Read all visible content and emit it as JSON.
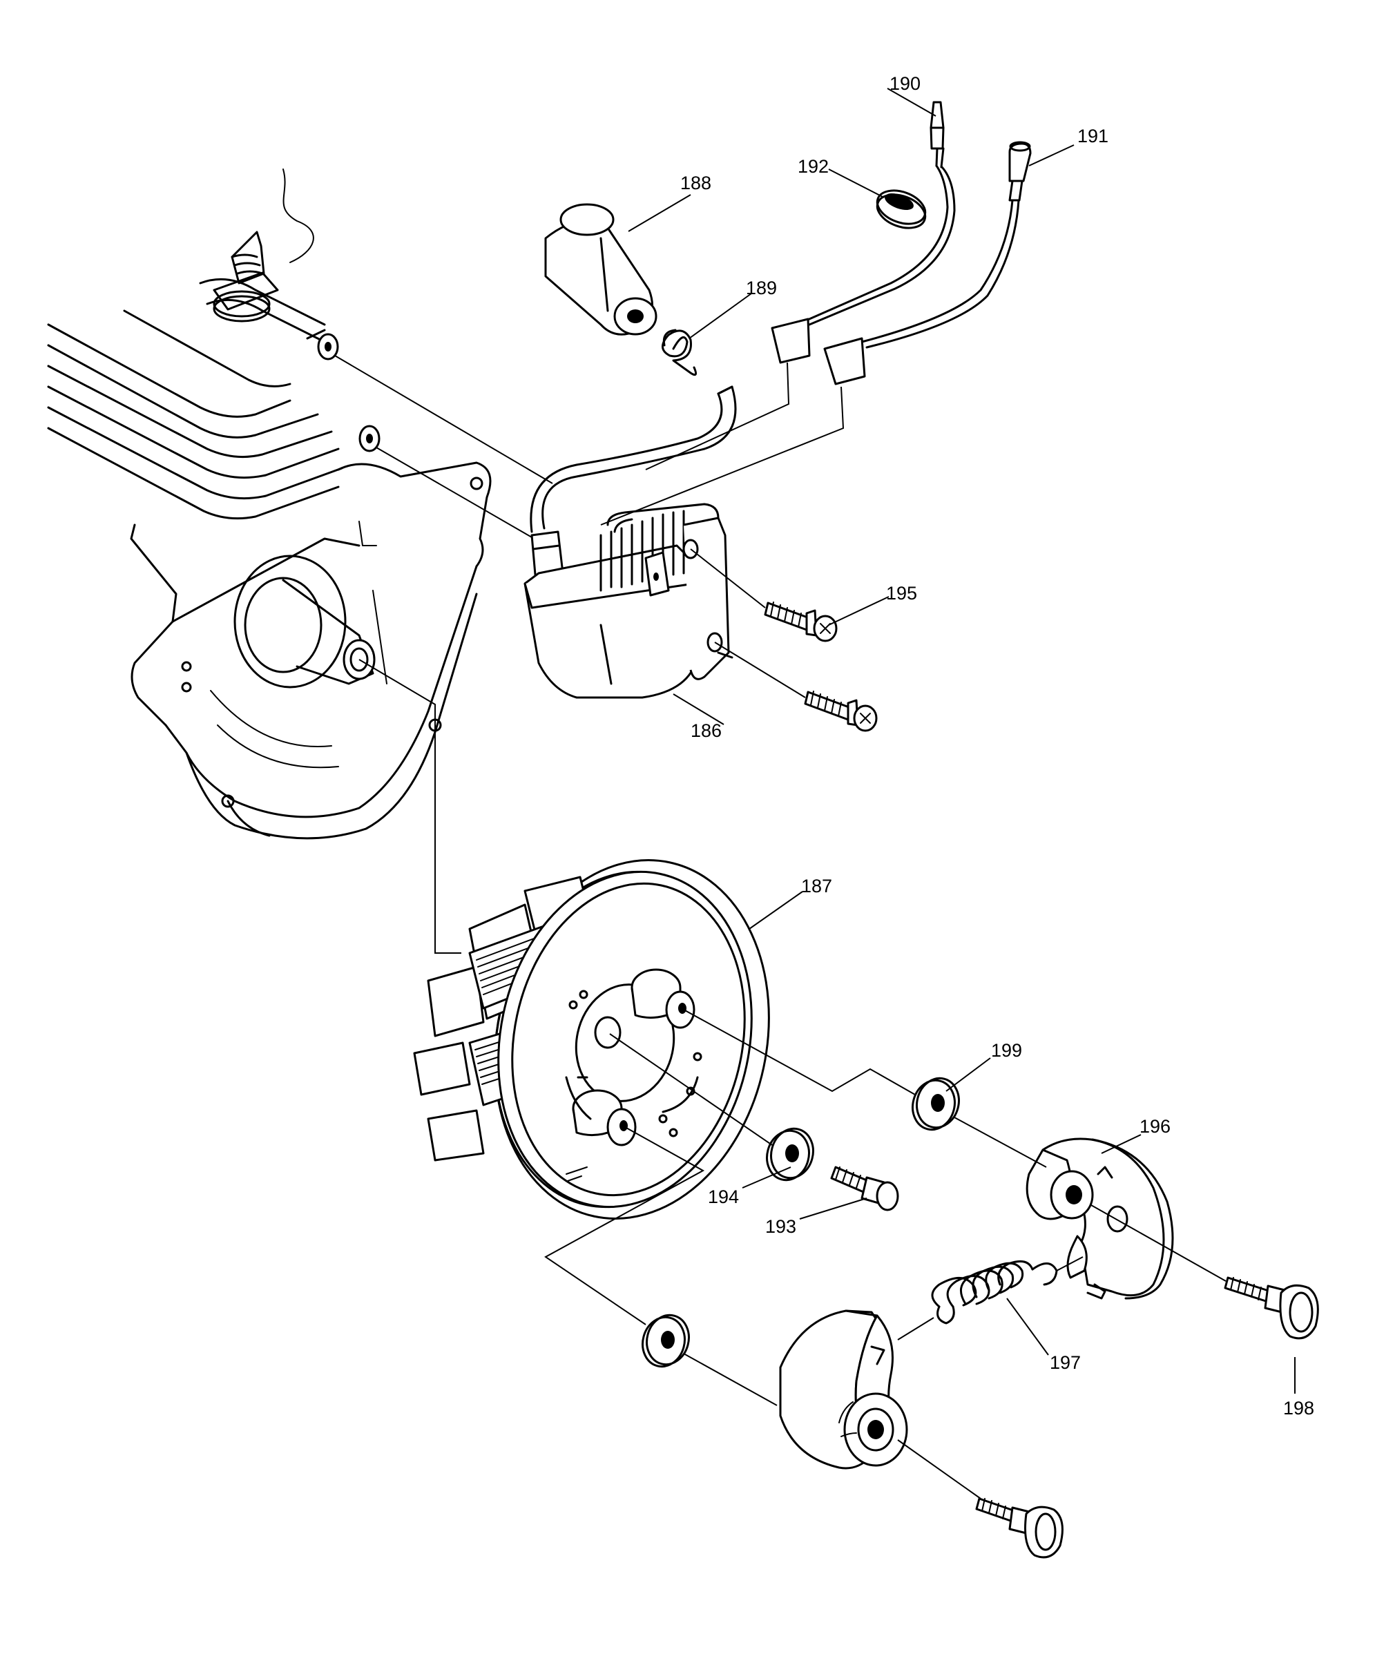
{
  "diagram": {
    "type": "exploded-parts-diagram",
    "parts": [
      {
        "id": "ignition_coil",
        "label": "186",
        "icon": "ignition-coil-icon"
      },
      {
        "id": "flywheel",
        "label": "187",
        "icon": "flywheel-icon"
      },
      {
        "id": "spark_plug_cap",
        "label": "188",
        "icon": "spark-plug-cap-icon"
      },
      {
        "id": "cap_spring",
        "label": "189",
        "icon": "spring-icon"
      },
      {
        "id": "stop_wire_a",
        "label": "190",
        "icon": "wire-icon"
      },
      {
        "id": "stop_wire_b",
        "label": "191",
        "icon": "wire-icon"
      },
      {
        "id": "grommet",
        "label": "192",
        "icon": "grommet-icon"
      },
      {
        "id": "bolt_193",
        "label": "193",
        "icon": "bolt-icon"
      },
      {
        "id": "washer_194",
        "label": "194",
        "icon": "washer-icon"
      },
      {
        "id": "screw_195",
        "label": "195",
        "icon": "screw-icon"
      },
      {
        "id": "clutch_shoe",
        "label": "196",
        "icon": "clutch-shoe-icon"
      },
      {
        "id": "clutch_spring",
        "label": "197",
        "icon": "spring-icon"
      },
      {
        "id": "shoulder_bolt",
        "label": "198",
        "icon": "bolt-icon"
      },
      {
        "id": "washer_199",
        "label": "199",
        "icon": "washer-icon"
      }
    ]
  }
}
